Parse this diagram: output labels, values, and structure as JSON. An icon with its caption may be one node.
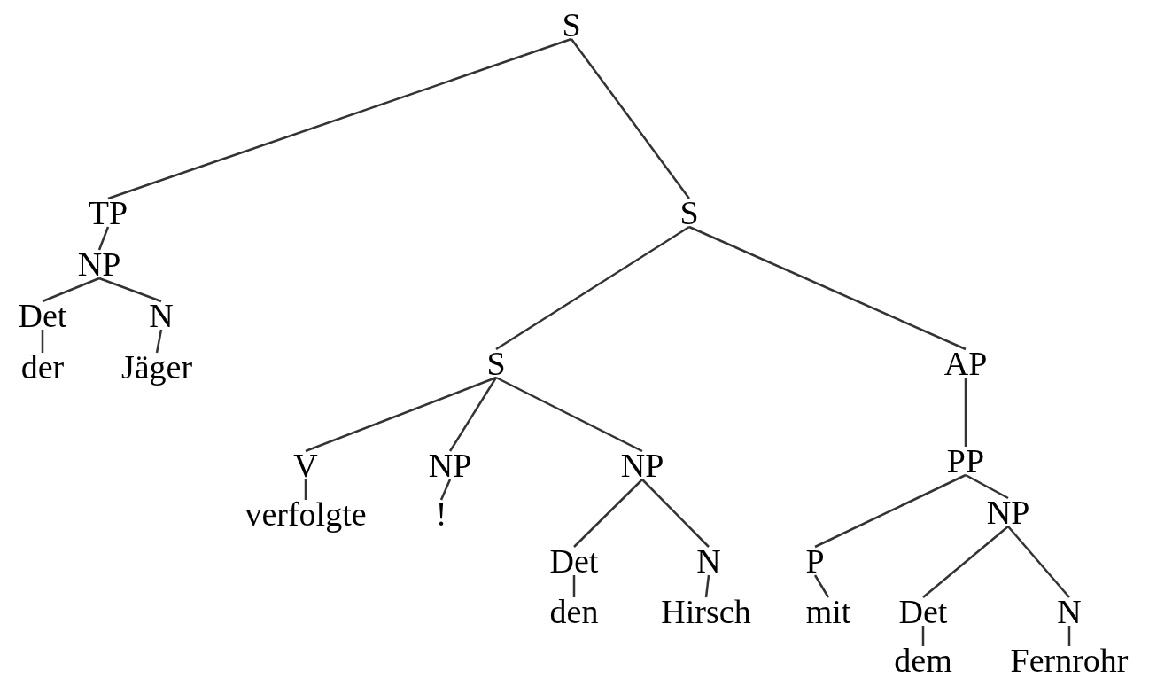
{
  "diagram": {
    "nodes": [
      {
        "text": [
          "S"
        ]
      },
      {
        "text": [
          "TP"
        ]
      },
      {
        "text": [
          "S"
        ]
      },
      {
        "text": [
          "NP"
        ]
      },
      {
        "text": [
          "Det"
        ]
      },
      {
        "text": [
          "N"
        ]
      },
      {
        "text": [
          "der"
        ]
      },
      {
        "text": [
          "Jäger"
        ]
      },
      {
        "text": [
          "S"
        ]
      },
      {
        "text": [
          "AP"
        ]
      },
      {
        "text": [
          "V"
        ]
      },
      {
        "text": [
          "NP"
        ]
      },
      {
        "text": [
          "NP"
        ]
      },
      {
        "text": [
          "PP"
        ]
      },
      {
        "text": [
          "verfolgte"
        ]
      },
      {
        "text": [
          "!"
        ]
      },
      {
        "text": [
          "Det"
        ]
      },
      {
        "text": [
          "N"
        ]
      },
      {
        "text": [
          "P"
        ]
      },
      {
        "text": [
          "NP"
        ]
      },
      {
        "text": [
          "den"
        ]
      },
      {
        "text": [
          "Hirsch"
        ]
      },
      {
        "text": [
          "mit"
        ]
      },
      {
        "text": [
          "Det"
        ]
      },
      {
        "text": [
          "N"
        ]
      },
      {
        "text": [
          "dem"
        ]
      },
      {
        "text": [
          "Fernrohr"
        ]
      }
    ],
    "edges": [
      {
        "from": 0,
        "to": 1,
        "arrow": "none"
      },
      {
        "from": 0,
        "to": 2,
        "arrow": "none"
      },
      {
        "from": 1,
        "to": 3,
        "arrow": "none"
      },
      {
        "from": 3,
        "to": 4,
        "arrow": "none"
      },
      {
        "from": 3,
        "to": 5,
        "arrow": "none"
      },
      {
        "from": 4,
        "to": 6,
        "arrow": "none"
      },
      {
        "from": 5,
        "to": 7,
        "arrow": "none"
      },
      {
        "from": 2,
        "to": 8,
        "arrow": "none"
      },
      {
        "from": 2,
        "to": 9,
        "arrow": "none"
      },
      {
        "from": 8,
        "to": 10,
        "arrow": "none"
      },
      {
        "from": 8,
        "to": 11,
        "arrow": "none"
      },
      {
        "from": 8,
        "to": 12,
        "arrow": "none"
      },
      {
        "from": 9,
        "to": 13,
        "arrow": "none"
      },
      {
        "from": 10,
        "to": 14,
        "arrow": "none"
      },
      {
        "from": 11,
        "to": 15,
        "arrow": "none"
      },
      {
        "from": 12,
        "to": 16,
        "arrow": "none"
      },
      {
        "from": 12,
        "to": 17,
        "arrow": "none"
      },
      {
        "from": 13,
        "to": 18,
        "arrow": "none"
      },
      {
        "from": 13,
        "to": 19,
        "arrow": "none"
      },
      {
        "from": 16,
        "to": 20,
        "arrow": "none"
      },
      {
        "from": 17,
        "to": 21,
        "arrow": "none"
      },
      {
        "from": 18,
        "to": 22,
        "arrow": "none"
      },
      {
        "from": 19,
        "to": 23,
        "arrow": "none"
      },
      {
        "from": 19,
        "to": 24,
        "arrow": "none"
      },
      {
        "from": 23,
        "to": 25,
        "arrow": "none"
      },
      {
        "from": 24,
        "to": 26,
        "arrow": "none"
      }
    ]
  }
}
